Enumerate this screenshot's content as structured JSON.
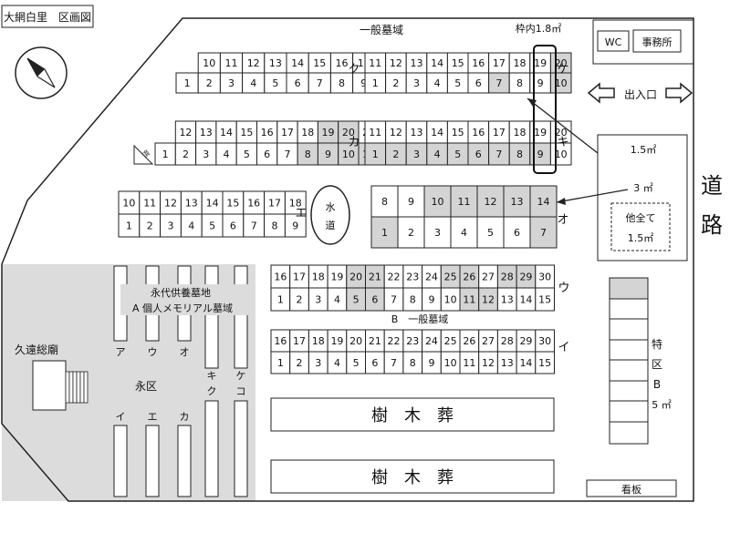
{
  "map": {
    "title": "大網白里　区画図",
    "top_section_label": "一般墓域",
    "b_section_label": "B　一般墓域",
    "frame_note": "枠内1.8㎡",
    "wc_label": "WC",
    "office_label": "事務所",
    "entrance_label": "出入口",
    "road_label_1": "道",
    "road_label_2": "路",
    "legend": {
      "size_a": "1.5㎡",
      "size_b": "3 ㎡",
      "others_1": "他全て",
      "others_2": "1.5㎡"
    },
    "water_label_1": "水",
    "water_label_2": "道",
    "eternal_area": {
      "label_1": "永代供養墓地",
      "label_2": "A 個人メモリアル墓域",
      "sub_label": "永区",
      "pillar_labels": [
        "ア",
        "ウ",
        "オ",
        "キ",
        "ケ",
        "ク",
        "コ",
        "イ",
        "エ",
        "カ"
      ]
    },
    "kuon_label": "久遠総廟",
    "tokku": {
      "label_1": "特",
      "label_2": "区",
      "label_3": "B",
      "label_4": "5 ㎡"
    },
    "tree_burial_label": "樹　木　葬",
    "signboard_label": "看板",
    "reserved_mark": "済",
    "blocks": [
      {
        "label": "ク",
        "top": [
          "10",
          "11",
          "12",
          "13",
          "14",
          "15",
          "16",
          "17"
        ],
        "bottom": [
          "1",
          "2",
          "3",
          "4",
          "5",
          "6",
          "7",
          "8",
          "9"
        ]
      },
      {
        "label": "ケ",
        "top": [
          "11",
          "12",
          "13",
          "14",
          "15",
          "16",
          "17",
          "18",
          "19",
          "20"
        ],
        "bottom": [
          "1",
          "2",
          "3",
          "4",
          "5",
          "6",
          "7",
          "8",
          "9",
          "10"
        ]
      },
      {
        "label": "カ",
        "top": [
          "12",
          "13",
          "14",
          "15",
          "16",
          "17",
          "18",
          "19",
          "20",
          "21"
        ],
        "bottom": [
          "1",
          "2",
          "3",
          "4",
          "5",
          "6",
          "7",
          "8",
          "9",
          "10",
          "11"
        ]
      },
      {
        "label": "キ",
        "top": [
          "11",
          "12",
          "13",
          "14",
          "15",
          "16",
          "17",
          "18",
          "19",
          "20"
        ],
        "bottom": [
          "1",
          "2",
          "3",
          "4",
          "5",
          "6",
          "7",
          "8",
          "9",
          "10"
        ]
      },
      {
        "label": "エ",
        "top": [
          "10",
          "11",
          "12",
          "13",
          "14",
          "15",
          "16",
          "17",
          "18"
        ],
        "bottom": [
          "1",
          "2",
          "3",
          "4",
          "5",
          "6",
          "7",
          "8",
          "9"
        ]
      },
      {
        "label": "オ",
        "top": [
          "8",
          "9",
          "10",
          "11",
          "12",
          "13",
          "14"
        ],
        "bottom": [
          "1",
          "2",
          "3",
          "4",
          "5",
          "6",
          "7"
        ]
      },
      {
        "label": "ウ",
        "top": [
          "16",
          "17",
          "18",
          "19",
          "20",
          "21",
          "22",
          "23",
          "24",
          "25",
          "26",
          "27",
          "28",
          "29",
          "30"
        ],
        "bottom": [
          "1",
          "2",
          "3",
          "4",
          "5",
          "6",
          "7",
          "8",
          "9",
          "10",
          "11",
          "12",
          "13",
          "14",
          "15"
        ]
      },
      {
        "label": "イ",
        "top": [
          "16",
          "17",
          "18",
          "19",
          "20",
          "21",
          "22",
          "23",
          "24",
          "25",
          "26",
          "27",
          "28",
          "29",
          "30"
        ],
        "bottom": [
          "1",
          "2",
          "3",
          "4",
          "5",
          "6",
          "7",
          "8",
          "9",
          "10",
          "11",
          "12",
          "13",
          "14",
          "15"
        ]
      }
    ],
    "colors": {
      "line": "#222222",
      "shade": "#d4d4d4",
      "gray_area": "#dcdcdc"
    }
  }
}
